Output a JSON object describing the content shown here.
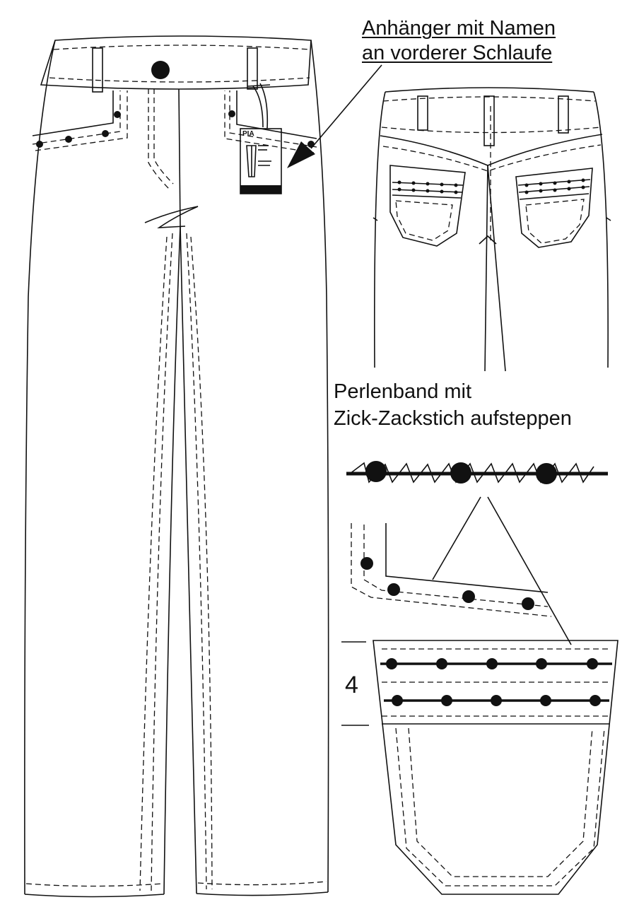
{
  "annotations": {
    "hang_tag_line1": "Anhänger mit Namen",
    "hang_tag_line2": "an vorderer Schlaufe",
    "bead_band_line1": "Perlenband mit",
    "bead_band_line2": "Zick-Zackstich aufsteppen",
    "pocket_measure": "4"
  },
  "hang_tag": {
    "brand": "PIA"
  },
  "colors": {
    "ink": "#111111",
    "paper": "#ffffff"
  }
}
